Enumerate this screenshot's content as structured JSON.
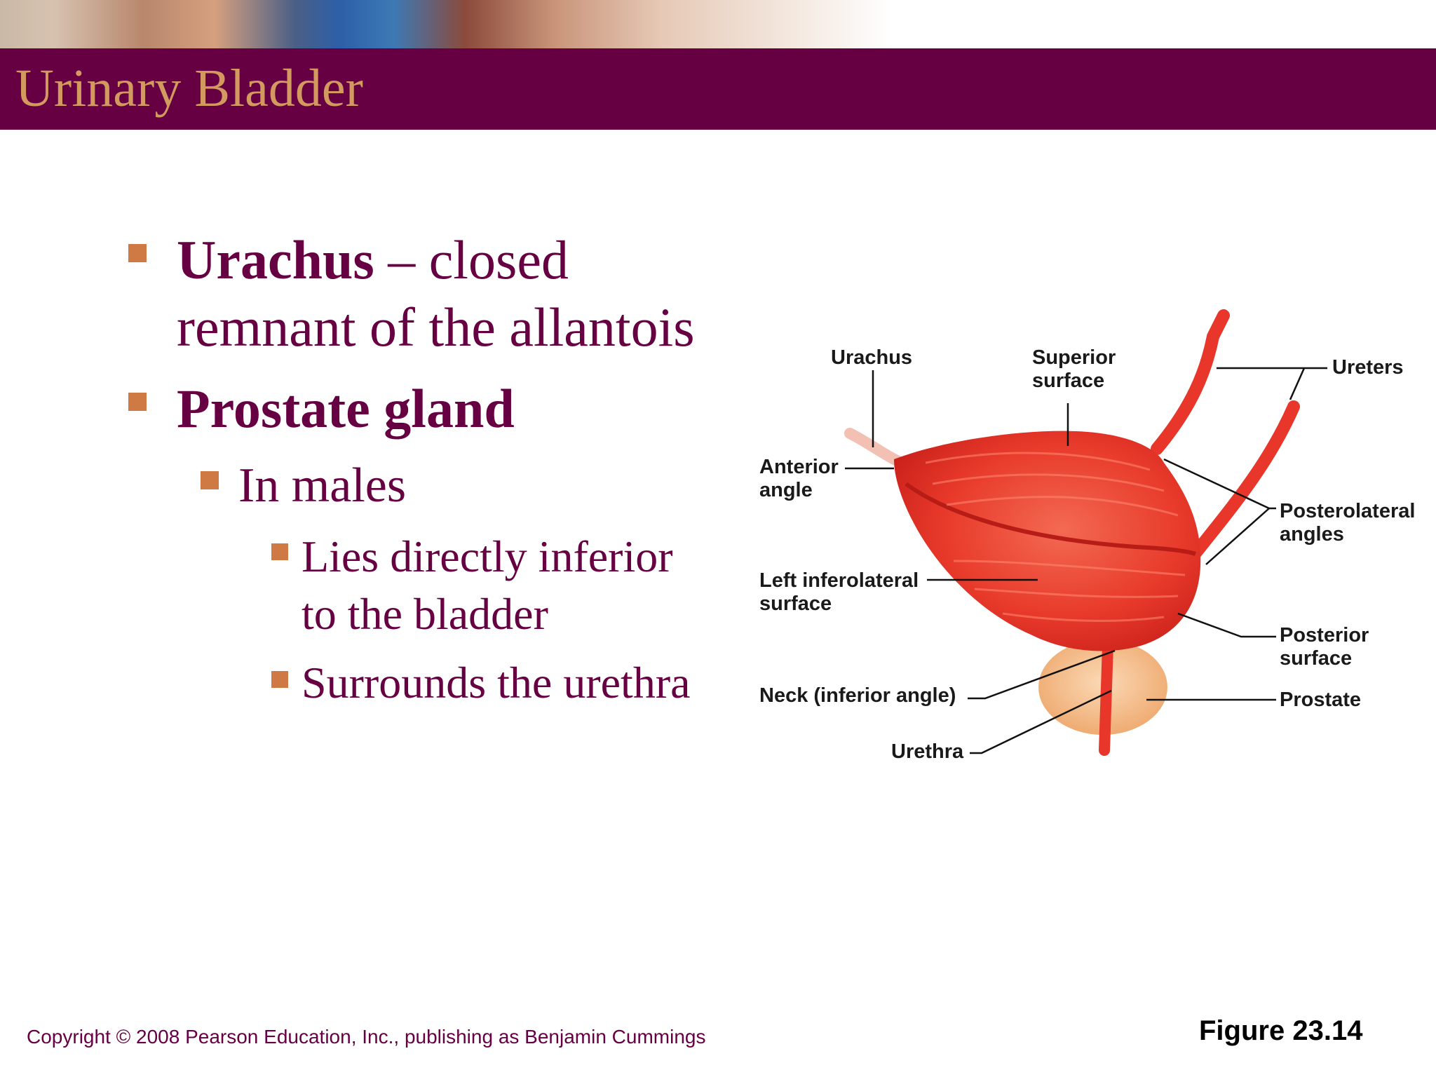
{
  "slide": {
    "title": "Urinary Bladder",
    "bullets": {
      "urachus_term": "Urachus",
      "urachus_rest_1": " – closed",
      "urachus_rest_2": "remnant of the allantois",
      "prostate_term": "Prostate gland",
      "in_males": "In males",
      "inferior_1": "Lies directly inferior",
      "inferior_2": "to the bladder",
      "surrounds": "Surrounds the urethra"
    },
    "figure_labels": {
      "urachus": "Urachus",
      "superior_1": "Superior",
      "superior_2": "surface",
      "ureters": "Ureters",
      "anterior_1": "Anterior",
      "anterior_2": "angle",
      "posterolateral_1": "Posterolateral",
      "posterolateral_2": "angles",
      "left_infero_1": "Left inferolateral",
      "left_infero_2": "surface",
      "posterior_1": "Posterior",
      "posterior_2": "surface",
      "neck": "Neck (inferior angle)",
      "prostate": "Prostate",
      "urethra": "Urethra"
    },
    "copyright": "Copyright © 2008 Pearson Education, Inc., publishing as Benjamin Cummings",
    "figure_number": "Figure 23.14"
  },
  "colors": {
    "title_bar": "#660042",
    "title_text": "#d39a5f",
    "bullet_marker": "#cf7a45",
    "body_text": "#660042",
    "bladder": "#e8372a",
    "prostate": "#f2b27a"
  }
}
